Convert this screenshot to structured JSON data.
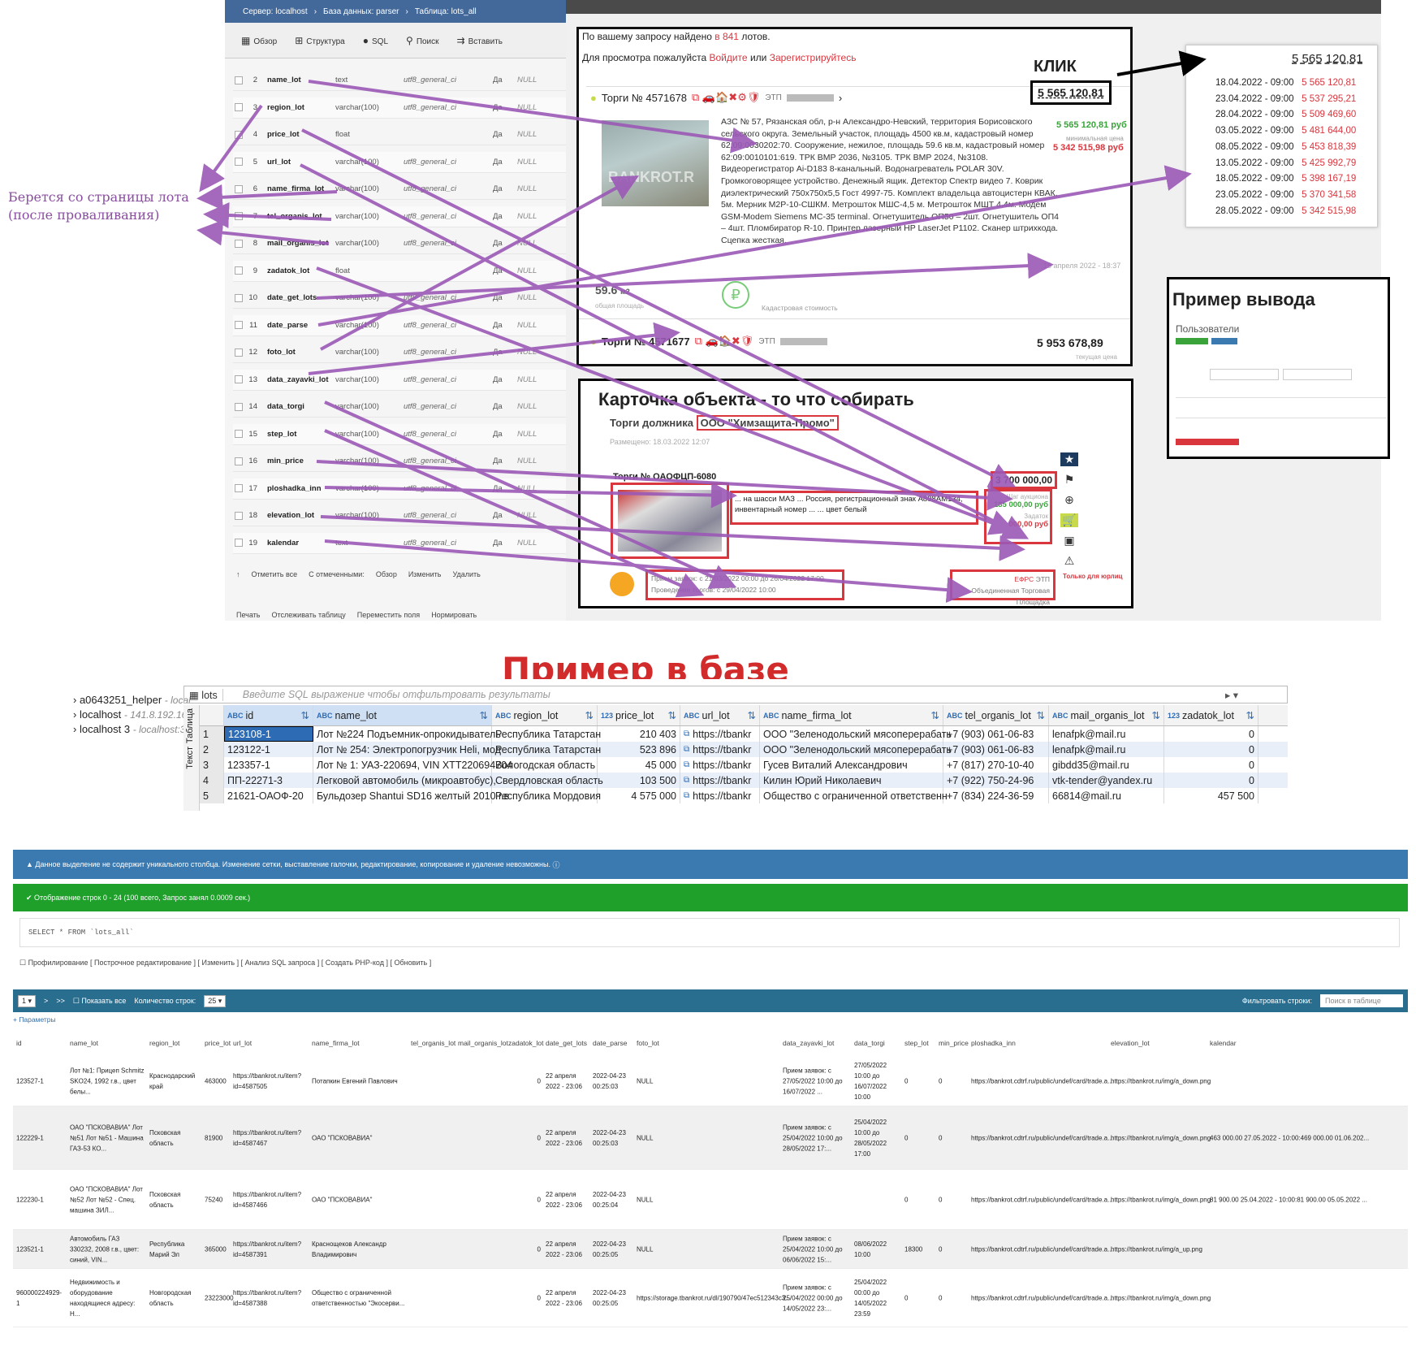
{
  "annotation_note": [
    "Берется со страницы лота",
    "(после проваливания)"
  ],
  "heading_db": "Пример в базе",
  "pma": {
    "breadcrumb": [
      "Сервер: localhost",
      "База данных: parser",
      "Таблица: lots_all"
    ],
    "tabs": [
      "Обзор",
      "Структура",
      "SQL",
      "Поиск",
      "Вставить"
    ],
    "rows": [
      {
        "n": "2",
        "name": "name_lot",
        "type": "text",
        "coll": "utf8_general_ci",
        "null": "Да",
        "def": "NULL"
      },
      {
        "n": "3",
        "name": "region_lot",
        "type": "varchar(100)",
        "coll": "utf8_general_ci",
        "null": "Да",
        "def": "NULL"
      },
      {
        "n": "4",
        "name": "price_lot",
        "type": "float",
        "coll": "",
        "null": "Да",
        "def": "NULL"
      },
      {
        "n": "5",
        "name": "url_lot",
        "type": "varchar(100)",
        "coll": "utf8_general_ci",
        "null": "Да",
        "def": "NULL"
      },
      {
        "n": "6",
        "name": "name_firma_lot",
        "type": "varchar(100)",
        "coll": "utf8_general_ci",
        "null": "Да",
        "def": "NULL"
      },
      {
        "n": "7",
        "name": "tel_organis_lot",
        "type": "varchar(100)",
        "coll": "utf8_general_ci",
        "null": "Да",
        "def": "NULL"
      },
      {
        "n": "8",
        "name": "mail_organis_lot",
        "type": "varchar(100)",
        "coll": "utf8_general_ci",
        "null": "Да",
        "def": "NULL"
      },
      {
        "n": "9",
        "name": "zadatok_lot",
        "type": "float",
        "coll": "",
        "null": "Да",
        "def": "NULL"
      },
      {
        "n": "10",
        "name": "date_get_lots",
        "type": "varchar(100)",
        "coll": "utf8_general_ci",
        "null": "Да",
        "def": "NULL"
      },
      {
        "n": "11",
        "name": "date_parse",
        "type": "varchar(100)",
        "coll": "utf8_general_ci",
        "null": "Да",
        "def": "NULL"
      },
      {
        "n": "12",
        "name": "foto_lot",
        "type": "varchar(100)",
        "coll": "utf8_general_ci",
        "null": "Да",
        "def": "NULL"
      },
      {
        "n": "13",
        "name": "data_zayavki_lot",
        "type": "varchar(100)",
        "coll": "utf8_general_ci",
        "null": "Да",
        "def": "NULL"
      },
      {
        "n": "14",
        "name": "data_torgi",
        "type": "varchar(100)",
        "coll": "utf8_general_ci",
        "null": "Да",
        "def": "NULL"
      },
      {
        "n": "15",
        "name": "step_lot",
        "type": "varchar(100)",
        "coll": "utf8_general_ci",
        "null": "Да",
        "def": "NULL"
      },
      {
        "n": "16",
        "name": "min_price",
        "type": "varchar(100)",
        "coll": "utf8_general_ci",
        "null": "Да",
        "def": "NULL"
      },
      {
        "n": "17",
        "name": "ploshadka_inn",
        "type": "varchar(100)",
        "coll": "utf8_general_ci",
        "null": "Да",
        "def": "NULL"
      },
      {
        "n": "18",
        "name": "elevation_lot",
        "type": "varchar(100)",
        "coll": "utf8_general_ci",
        "null": "Да",
        "def": "NULL"
      },
      {
        "n": "19",
        "name": "kalendar",
        "type": "text",
        "coll": "utf8_general_ci",
        "null": "Да",
        "def": "NULL"
      }
    ],
    "footer": [
      "Отметить все",
      "С отмеченными:",
      "Обзор",
      "Изменить",
      "Удалить"
    ],
    "footer2": [
      "Печать",
      "Отслеживать таблицу",
      "Переместить поля",
      "Нормировать"
    ]
  },
  "site": {
    "found_prefix": "По вашему запросу найдено",
    "found_count": "в 841",
    "found_suffix": "лотов.",
    "login_prefix": "Для просмотра пожалуйста",
    "login_link": "Войдите",
    "or": "или",
    "register_link": "Зарегистрируйтесь",
    "click_label": "КЛИК",
    "lot1": {
      "title": "Торги № 4571678",
      "etp": "ЭТП",
      "price": "5 565 120,81",
      "price_green": "5 565 120,81 руб",
      "min_label": "минимальная цена",
      "min_price": "5 342 515,98 руб",
      "desc": "АЗС № 57, Рязанская обл, р-н Александро-Невский, территория Борисовского сельского округа. Земельный участок, площадь 4500 кв.м, кадастровый номер 62:09:0030202:70. Сооружение, нежилое, площадь 59.6 кв.м, кадастровый номер 62:09:0010101:619. ТРК ВМР 2036, №3105. ТРК ВМР 2024, №3108. Видеорегистратор Ai-D183 8-канальный. Водонагреватель POLAR 30V. Громкоговорящее устройство. Денежный ящик. Детектор Спектр видео 7. Коврик диэлектрический 750x750x5,5 Гост 4997-75. Комплект владельца автоцистерн КВАК, 5м. Мерник М2Р-10-СШКМ. Метрошток МШС-4,5 м. Метрошток МШТ 4.4м. Модем GSM-Modem Siemens MC-35 terminal. Огнетушитель ОП50 – 2шт. Огнетушитель ОП4 – 4шт. Пломбиратор R-10. Принтер лазерный HP LaserJet P1102. Сканер штрихкода. Сцепка жесткая.",
      "date": "15 апреля 2022 - 18:37",
      "area": "59.6",
      "area_unit": "м2",
      "area_label": "общая площадь",
      "cadastral_label": "Кадастровая стоимость",
      "watermark": "BANKROT.R"
    },
    "lot2": {
      "title": "Торги № 4571677",
      "etp": "ЭТП",
      "price": "5 953 678,89",
      "sub": "текущая цена"
    },
    "schedule": {
      "head": "5 565 120,81",
      "rows": [
        [
          "18.04.2022 - 09:00",
          "5 565 120,81"
        ],
        [
          "23.04.2022 - 09:00",
          "5 537 295,21"
        ],
        [
          "28.04.2022 - 09:00",
          "5 509 469,60"
        ],
        [
          "03.05.2022 - 09:00",
          "5 481 644,00"
        ],
        [
          "08.05.2022 - 09:00",
          "5 453 818,39"
        ],
        [
          "13.05.2022 - 09:00",
          "5 425 992,79"
        ],
        [
          "18.05.2022 - 09:00",
          "5 398 167,19"
        ],
        [
          "23.05.2022 - 09:00",
          "5 370 341,58"
        ],
        [
          "28.05.2022 - 09:00",
          "5 342 515,98"
        ]
      ]
    },
    "output": {
      "title": "Пример вывода",
      "sub": "Пользователи"
    },
    "card": {
      "title": "Карточка объекта - то что собирать",
      "debtor_prefix": "Торги должника",
      "debtor": "ООО \"Химзащита-Промо\"",
      "posted": "Размещено: 18.03.2022 12:07",
      "lot": "Торги № ОАОФЦП-6080",
      "price": "3 700 000,00",
      "step_label": "Шаг аукциона",
      "step": "185 000,00 руб",
      "deposit_label": "Задаток",
      "deposit": "000,00 руб",
      "desc": "... на шасси МАЗ ... Россия, регистрационный знак А898АМ134, инвентарный номер ... ... цвет белый",
      "apps": "Прием заявок: с 21/03/2022 00:00 до 26/04/2022 17:00",
      "torgi": "Проведение торгов: с 29/04/2022 10:00",
      "efrs": "ЕФРС",
      "etp": "ЭТП",
      "platform": "Объединенная Торговая Площадка",
      "side": "Только для юрлиц"
    }
  },
  "dbeaver": {
    "tree": [
      {
        "name": "a0643251_helper",
        "host": "- local"
      },
      {
        "name": "localhost",
        "host": "- 141.8.192.16"
      },
      {
        "name": "localhost 3",
        "host": "- localhost:3"
      }
    ],
    "table_tab": "lots",
    "filter_placeholder": "Введите SQL выражение чтобы отфильтровать результаты",
    "side_tabs": [
      "Таблица",
      "Текст"
    ],
    "columns": [
      "id",
      "name_lot",
      "region_lot",
      "price_lot",
      "url_lot",
      "name_firma_lot",
      "tel_organis_lot",
      "mail_organis_lot",
      "zadatok_lot"
    ],
    "col_types": [
      "ABC",
      "ABC",
      "ABC",
      "123",
      "ABC",
      "ABC",
      "ABC",
      "ABC",
      "123"
    ],
    "rows": [
      [
        "1",
        "123108-1",
        "Лот №224 Подъемник-опрокидыватель",
        "Республика Татарстан",
        "210 403",
        "https://tbankr",
        "ООО \"Зеленодольский мясоперерабать",
        "+7 (903) 061-06-83",
        "lenafpk@mail.ru",
        "0"
      ],
      [
        "2",
        "123122-1",
        "Лот № 254: Электропогрузчик Heli, мод",
        "Республика Татарстан",
        "523 896",
        "https://tbankr",
        "ООО \"Зеленодольский мясоперерабать",
        "+7 (903) 061-06-83",
        "lenafpk@mail.ru",
        "0"
      ],
      [
        "3",
        "123357-1",
        "Лот № 1: УАЗ-220694, VIN XTT220694704",
        "Вологодская область",
        "45 000",
        "https://tbankr",
        "Гусев Виталий Александрович",
        "+7 (817) 270-10-40",
        "gibdd35@mail.ru",
        "0"
      ],
      [
        "4",
        "ПП-22271-3",
        "Легковой автомобиль (микроавтобус),",
        "Свердловская область",
        "103 500",
        "https://tbankr",
        "Килин Юрий Николаевич",
        "+7 (922) 750-24-96",
        "vtk-tender@yandex.ru",
        "0"
      ],
      [
        "5",
        "21621-ОАОФ-20",
        "Бульдозер Shantui SD16 желтый 2010 г.в",
        "Республика Мордовия",
        "4 575 000",
        "https://tbankr",
        "Общество с ограниченной ответственн",
        "+7 (834) 224-36-59",
        "66814@mail.ru",
        "457 500"
      ]
    ]
  },
  "browse": {
    "warning": "Данное выделение не содержит уникального столбца. Изменение сетки, выставление галочки, редактирование, копирование и удаление невозможны.",
    "ok": "Отображение строк 0 - 24 (100 всего, Запрос занял 0.0009 сек.)",
    "sql": "SELECT * FROM `lots_all`",
    "options": "Профилирование [ Построчное редактирование ] [ Изменить ] [ Анализ SQL запроса ] [ Создать PHP-код ] [ Обновить ]",
    "page": "1",
    "next": ">",
    "last": ">>",
    "show_all": "Показать все",
    "rows_count_label": "Количество строк:",
    "rows_count": "25",
    "filter_label": "Фильтровать строки:",
    "filter_placeholder": "Поиск в таблице",
    "params": "+ Параметры",
    "headers": [
      "id",
      "name_lot",
      "region_lot",
      "price_lot",
      "url_lot",
      "name_firma_lot",
      "tel_organis_lot",
      "mail_organis_lot",
      "zadatok_lot",
      "date_get_lots",
      "date_parse",
      "foto_lot",
      "data_zayavki_lot",
      "data_torgi",
      "step_lot",
      "min_price",
      "ploshadka_inn",
      "elevation_lot",
      "kalendar"
    ],
    "rows": [
      [
        "123527-1",
        "Лот №1: Прицеп Schmitz SKO24, 1992 г.в., цвет белы...",
        "Краснодарский край",
        "463000",
        "https://tbankrot.ru/item?id=4587505",
        "Потапкин Евгений Павлович",
        "",
        "",
        "0",
        "22 апреля 2022 - 23:06",
        "2022-04-23 00:25:03",
        "NULL",
        "Прием заявок: с 27/05/2022 10:00 до 16/07/2022 ...",
        "27/05/2022 10:00 до 16/07/2022 10:00",
        "0",
        "0",
        "https://bankrot.cdtrf.ru/public/undef/card/trade.a...",
        "https://tbankrot.ru/img/a_down.png",
        ""
      ],
      [
        "122229-1",
        "ОАО \"ПСКОВАВИА\" Лот №51 Лот №51 - Машина ГАЗ-53 КО...",
        "Псковская область",
        "81900",
        "https://tbankrot.ru/item?id=4587467",
        "ОАО \"ПСКОВАВИА\"",
        "",
        "",
        "0",
        "22 апреля 2022 - 23:06",
        "2022-04-23 00:25:03",
        "NULL",
        "Прием заявок: с 25/04/2022 10:00 до 28/05/2022 17:...",
        "25/04/2022 10:00 до 28/05/2022 17:00",
        "0",
        "0",
        "https://bankrot.cdtrf.ru/public/undef/card/trade.a...",
        "https://tbankrot.ru/img/a_down.png",
        "463 000.00 27.05.2022 - 10:00:469 000.00 01.06.202..."
      ],
      [
        "122230-1",
        "ОАО \"ПСКОВАВИА\" Лот №52 Лот №52 - Спец. машина ЗИЛ...",
        "Псковская область",
        "75240",
        "https://tbankrot.ru/item?id=4587466",
        "ОАО \"ПСКОВАВИА\"",
        "",
        "",
        "0",
        "22 апреля 2022 - 23:06",
        "2022-04-23 00:25:04",
        "NULL",
        "",
        "",
        "0",
        "0",
        "https://bankrot.cdtrf.ru/public/undef/card/trade.a...",
        "https://tbankrot.ru/img/a_down.png",
        "81 900.00 25.04.2022 - 10:00:81 900.00 05.05.2022 ..."
      ],
      [
        "123521-1",
        "Автомобиль ГАЗ 330232, 2008 г.в., цвет: синий, VIN...",
        "Республика Марий Эл",
        "365000",
        "https://tbankrot.ru/item?id=4587391",
        "Краснощеков Александр Владимирович",
        "",
        "",
        "0",
        "22 апреля 2022 - 23:06",
        "2022-04-23 00:25:05",
        "NULL",
        "Прием заявок: с 25/04/2022 10:00 до 06/06/2022 15:...",
        "08/06/2022 10:00",
        "18300",
        "0",
        "https://bankrot.cdtrf.ru/public/undef/card/trade.a...",
        "https://tbankrot.ru/img/a_up.png",
        ""
      ],
      [
        "960000224929-1",
        "Недвижимость и оборудование находящиеся адресу: Н...",
        "Новгородская область",
        "23223000",
        "https://tbankrot.ru/item?id=4587388",
        "Общество с ограниченной ответственностью \"Экосерви...",
        "",
        "",
        "0",
        "22 апреля 2022 - 23:06",
        "2022-04-23 00:25:05",
        "https://storage.tbankrot.ru/dl/190790/47ec512343c3...",
        "Прием заявок: с 25/04/2022 00:00 до 14/05/2022 23:...",
        "25/04/2022 00:00 до 14/05/2022 23:59",
        "0",
        "0",
        "https://bankrot.cdtrf.ru/public/undef/card/trade.a...",
        "https://tbankrot.ru/img/a_down.png",
        ""
      ]
    ]
  },
  "colors": {
    "accent_purple": "#9b59b6",
    "red": "#d9363e",
    "green": "#3aa33a",
    "pma_blue": "#43699b",
    "warn_blue": "#3b79b1",
    "ok_green": "#1fa02a"
  }
}
